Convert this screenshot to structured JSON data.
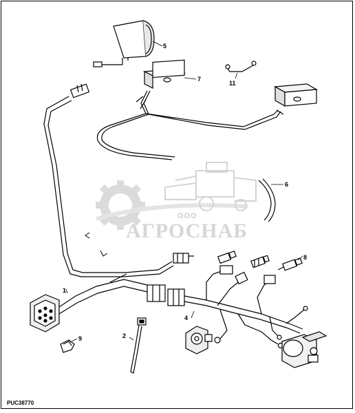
{
  "diagram": {
    "figure_id": "PUC38770",
    "callouts": {
      "c1": "1",
      "c2": "2",
      "c4": "4",
      "c5": "5",
      "c6": "6",
      "c7": "7",
      "c8": "8",
      "c9": "9",
      "c11": "11"
    }
  },
  "watermark": {
    "company_prefix": "ООО",
    "company_name": "АГРОСНАБ"
  }
}
